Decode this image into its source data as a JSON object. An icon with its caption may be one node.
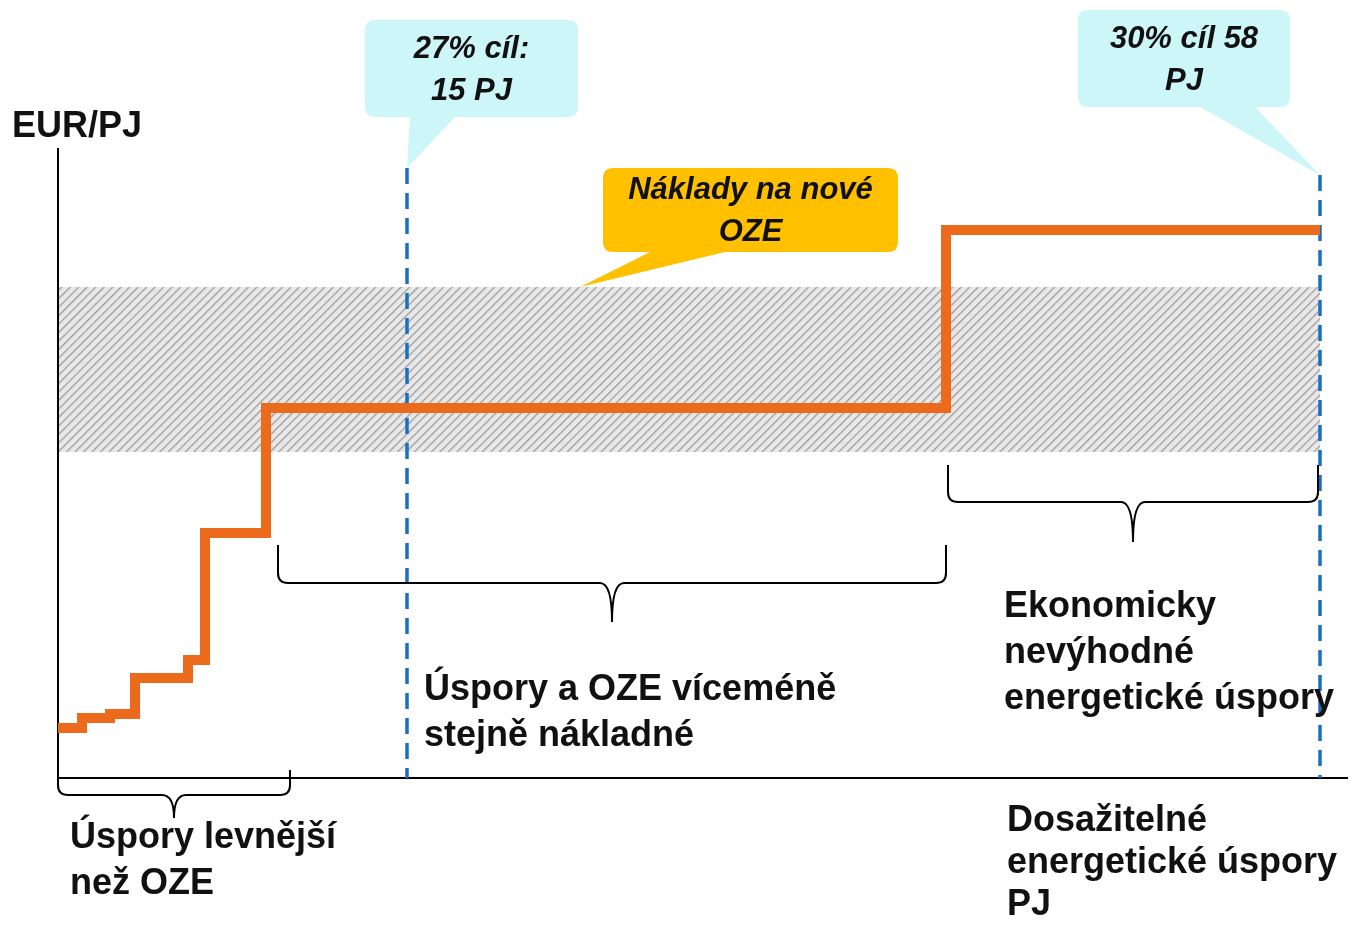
{
  "diagram": {
    "nodes": [
      {
        "text": [
          "27% cíl: 15 PJ"
        ]
      },
      {
        "text": [
          "30% cíl 58 PJ"
        ]
      },
      {
        "text": [
          "Náklady na nové OZE"
        ]
      }
    ],
    "labels": [
      "EUR/PJ",
      "Úspory levnější než OZE",
      "Úspory a OZE víceméně stejně nákladné",
      "Ekonomicky nevýhodné energetické úspory",
      "Dosažitelné energetické úspory PJ"
    ]
  }
}
